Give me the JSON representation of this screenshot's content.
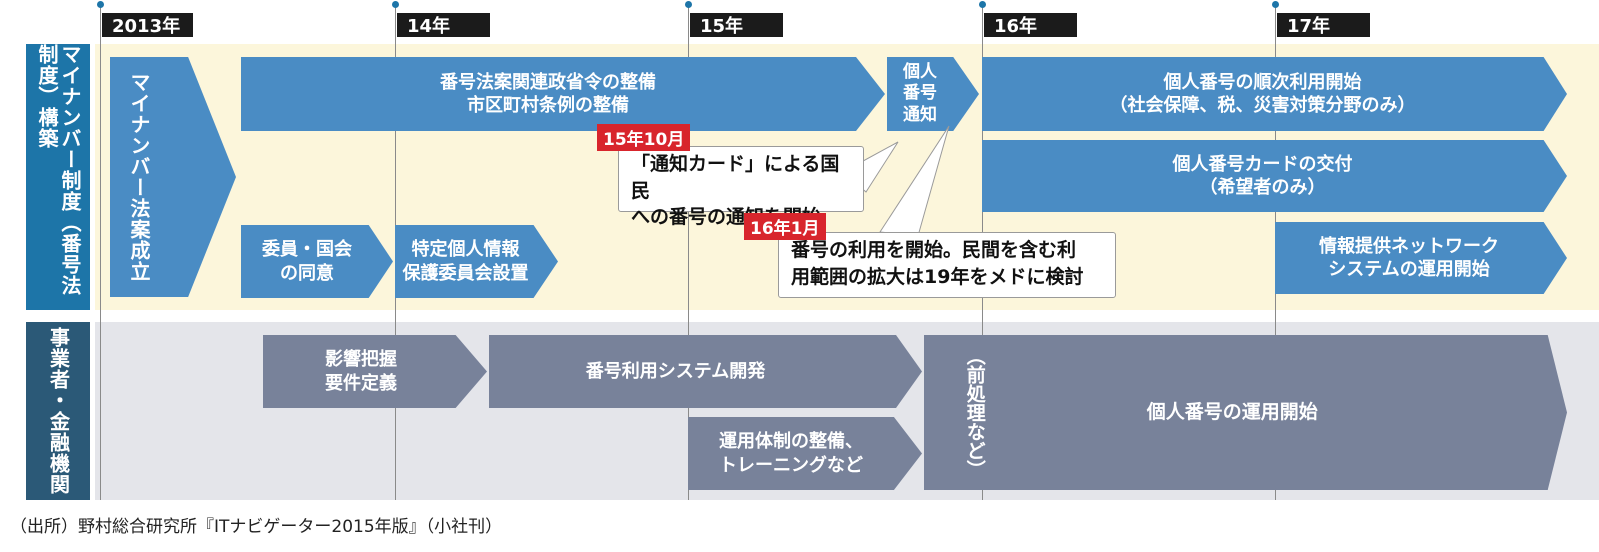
{
  "timeline": {
    "years": [
      "2013年",
      "14年",
      "15年",
      "16年",
      "17年"
    ]
  },
  "sections": {
    "top_label": "マイナンバー制度（番号法制度）構築",
    "bottom_label": "事業者・金融機関"
  },
  "top_items": {
    "bill_passed": "マイナンバー法案成立",
    "ordinance_line1": "番号法案関連政省令の整備",
    "ordinance_line2": "市区町村条例の整備",
    "notice": "個人番号通知",
    "usage_line1": "個人番号の順次利用開始",
    "usage_line2": "（社会保障、税、災害対策分野のみ）",
    "card_line1": "個人番号カードの交付",
    "card_line2": "（希望者のみ）",
    "committee_line1": "委員・国会",
    "committee_line2": "の同意",
    "protection_line1": "特定個人情報",
    "protection_line2": "保護委員会設置",
    "network_line1": "情報提供ネットワーク",
    "network_line2": "システムの運用開始"
  },
  "callouts": {
    "c1_tag": "15年10月",
    "c1_line1": "「通知カード」による国民",
    "c1_line2": "への番号の通知を開始",
    "c2_tag": "16年1月",
    "c2_line1": "番号の利用を開始。民間を含む利",
    "c2_line2": "用範囲の拡大は19年をメドに検討"
  },
  "bottom_items": {
    "impact_line1": "影響把握",
    "impact_line2": "要件定義",
    "system_dev": "番号利用システム開発",
    "ops_line1": "運用体制の整備、",
    "ops_line2": "トレーニングなど",
    "preprocess": "（前処理など）",
    "operation": "個人番号の運用開始"
  },
  "source": "（出所）野村総合研究所『ITナビゲーター2015年版』（小社刊）",
  "colors": {
    "top_band": "#fcf6db",
    "bottom_band": "#e4e5ea",
    "blue_arrow": "#4a8cc4",
    "gray_arrow": "#78829a",
    "side_top": "#1d75a8",
    "side_bottom": "#2b5977",
    "date_tag": "#d8252c"
  }
}
